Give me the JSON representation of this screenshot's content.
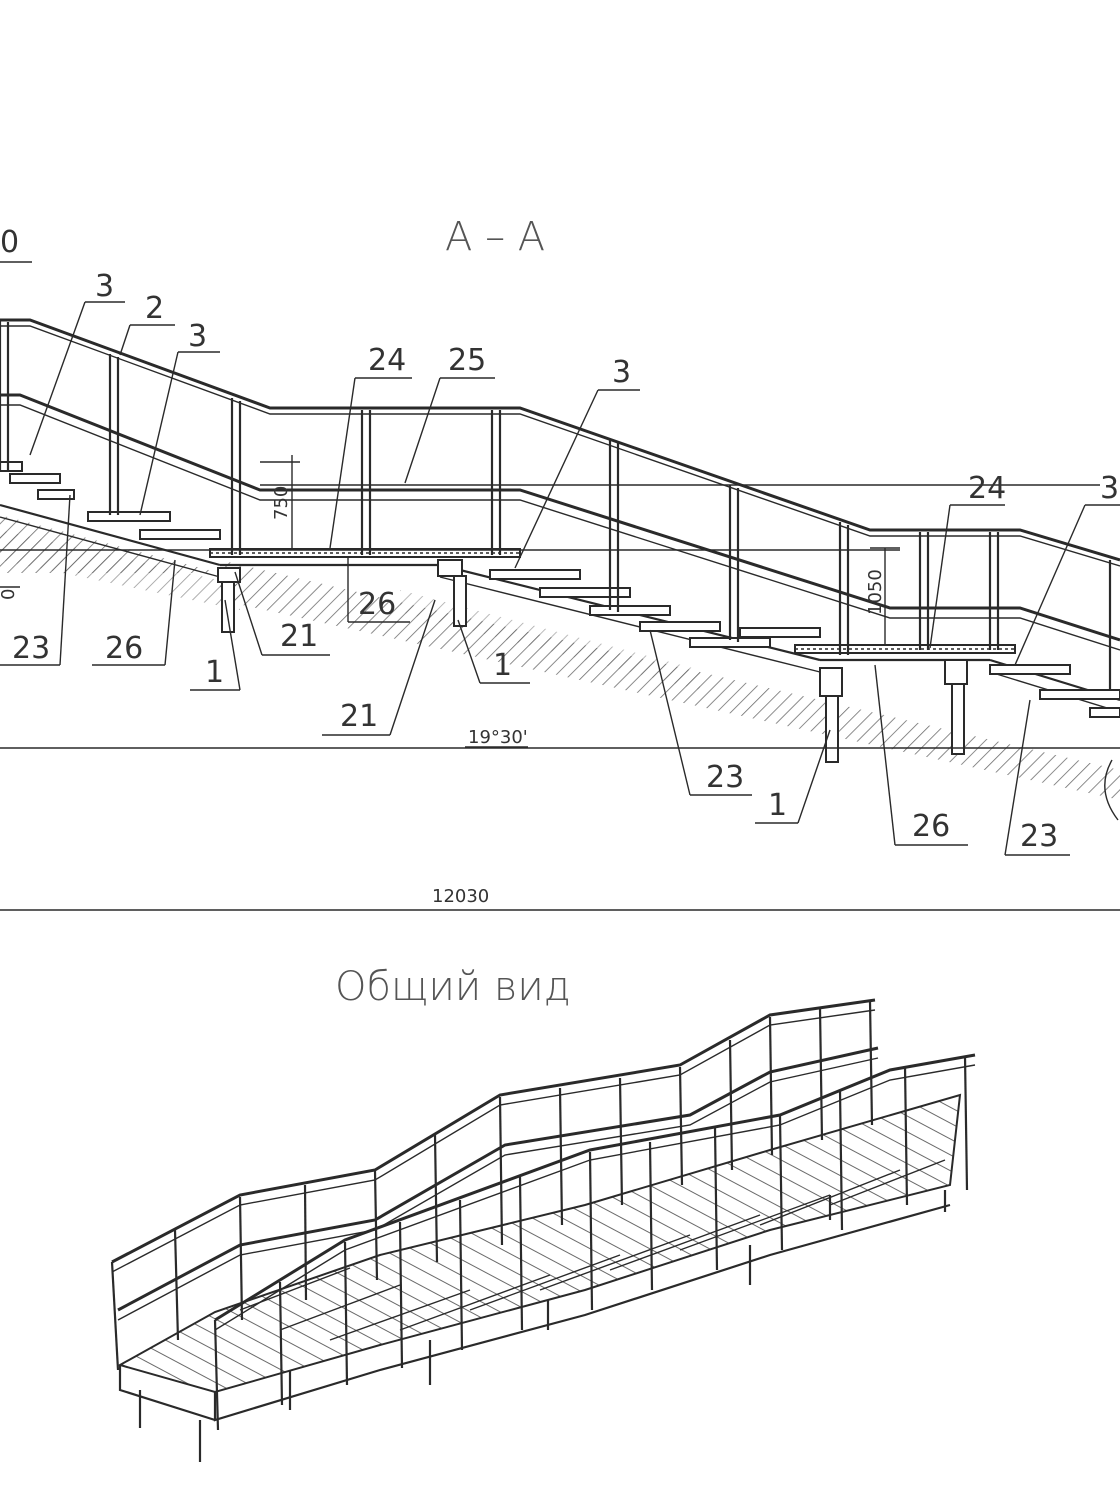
{
  "section_title": "А – А",
  "general_view_title": "Общий вид",
  "top_left_fragment": "0",
  "left_dim_fragment": "0",
  "dimensions": {
    "rail_height_1": "750",
    "rail_height_2": "1050",
    "slope_angle": "19°30'",
    "overall_length": "12030"
  },
  "callouts": [
    {
      "id": "c1",
      "text": "3"
    },
    {
      "id": "c2",
      "text": "2"
    },
    {
      "id": "c3",
      "text": "3"
    },
    {
      "id": "c4",
      "text": "24"
    },
    {
      "id": "c5",
      "text": "25"
    },
    {
      "id": "c6",
      "text": "3"
    },
    {
      "id": "c7",
      "text": "24"
    },
    {
      "id": "c8",
      "text": "3"
    },
    {
      "id": "c9",
      "text": "23"
    },
    {
      "id": "c10",
      "text": "26"
    },
    {
      "id": "c11",
      "text": "1"
    },
    {
      "id": "c12",
      "text": "21"
    },
    {
      "id": "c13",
      "text": "26"
    },
    {
      "id": "c14",
      "text": "21"
    },
    {
      "id": "c15",
      "text": "1"
    },
    {
      "id": "c16",
      "text": "23"
    },
    {
      "id": "c17",
      "text": "1"
    },
    {
      "id": "c18",
      "text": "26"
    },
    {
      "id": "c19",
      "text": "23"
    }
  ],
  "colors": {
    "line": "#2a2a2a",
    "hatch": "#555555",
    "text": "#333333"
  }
}
